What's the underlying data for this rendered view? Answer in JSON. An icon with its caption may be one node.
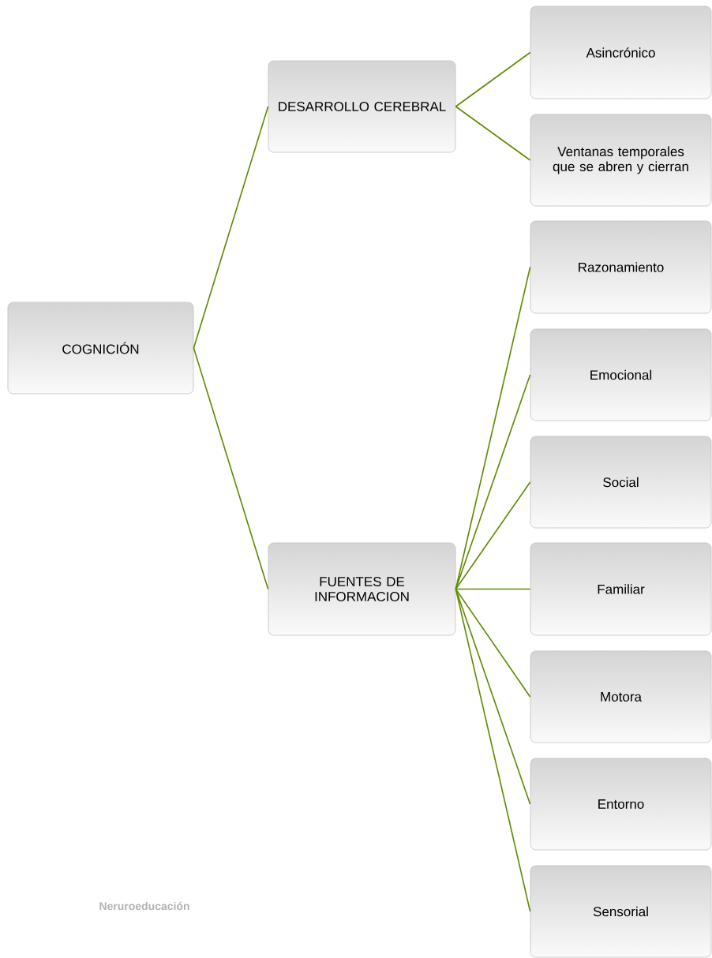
{
  "diagram": {
    "nodes": [
      {
        "text": [
          "COGNICIÓN"
        ]
      },
      {
        "text": [
          "DESARROLLO CEREBRAL"
        ]
      },
      {
        "text": [
          "FUENTES DE INFORMACION"
        ]
      },
      {
        "text": [
          "Asincrónico"
        ]
      },
      {
        "text": [
          "Ventanas temporales que se abren y cierran"
        ]
      },
      {
        "text": [
          "Razonamiento"
        ]
      },
      {
        "text": [
          "Emocional"
        ]
      },
      {
        "text": [
          "Social"
        ]
      },
      {
        "text": [
          "Familiar"
        ]
      },
      {
        "text": [
          "Motora"
        ]
      },
      {
        "text": [
          "Entorno"
        ]
      },
      {
        "text": [
          "Sensorial"
        ]
      }
    ],
    "edges": [
      {
        "from": 0,
        "to": 1,
        "arrow": "none"
      },
      {
        "from": 0,
        "to": 2,
        "arrow": "none"
      },
      {
        "from": 1,
        "to": 3,
        "arrow": "none"
      },
      {
        "from": 1,
        "to": 4,
        "arrow": "none"
      },
      {
        "from": 2,
        "to": 5,
        "arrow": "none"
      },
      {
        "from": 2,
        "to": 6,
        "arrow": "none"
      },
      {
        "from": 2,
        "to": 7,
        "arrow": "none"
      },
      {
        "from": 2,
        "to": 8,
        "arrow": "none"
      },
      {
        "from": 2,
        "to": 9,
        "arrow": "none"
      },
      {
        "from": 2,
        "to": 10,
        "arrow": "none"
      },
      {
        "from": 2,
        "to": 11,
        "arrow": "none"
      }
    ],
    "labels": [
      "Neruroeducación"
    ]
  }
}
